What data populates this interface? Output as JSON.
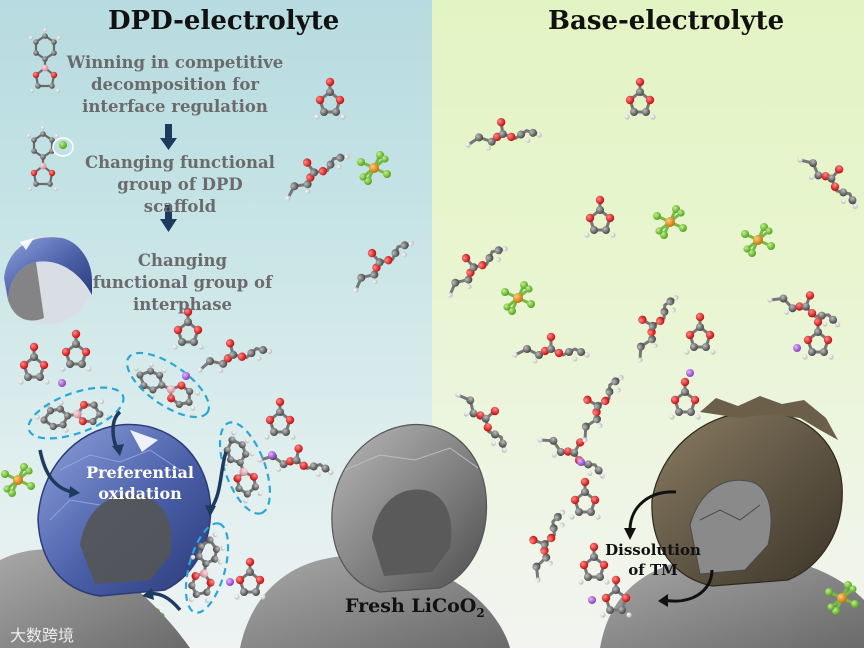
{
  "panels": {
    "left_title": "DPD-electrolyte",
    "right_title": "Base-electrolyte"
  },
  "steps": [
    {
      "text": "Winning in competitive decomposition for interface regulation"
    },
    {
      "text": "Changing functional group of  DPD  scaffold"
    },
    {
      "text": "Changing functional group of  interphase"
    }
  ],
  "labels": {
    "preferential_oxidation": "Preferential oxidation",
    "dissolution": "Dissolution of TM",
    "fresh_label_main": "Fresh LiCoO",
    "fresh_label_sub": "2"
  },
  "watermark": "大数跨境",
  "colors": {
    "left_bg": "#c2e0e3",
    "right_bg": "#e5f4c9",
    "arrow": "#1f3a5f",
    "cathode_blue": "#4a5fa8",
    "cathode_gray": "#7d7d7d",
    "cathode_brown": "#5a5040",
    "oxygen": "#e02020",
    "carbon": "#6e6e6e",
    "fluorine": "#66cc33",
    "phosphorus": "#e08a1e",
    "lithium": "#a45bd6",
    "boron": "#e8a0a8",
    "dashed_ellipse": "#2aa7d6"
  }
}
